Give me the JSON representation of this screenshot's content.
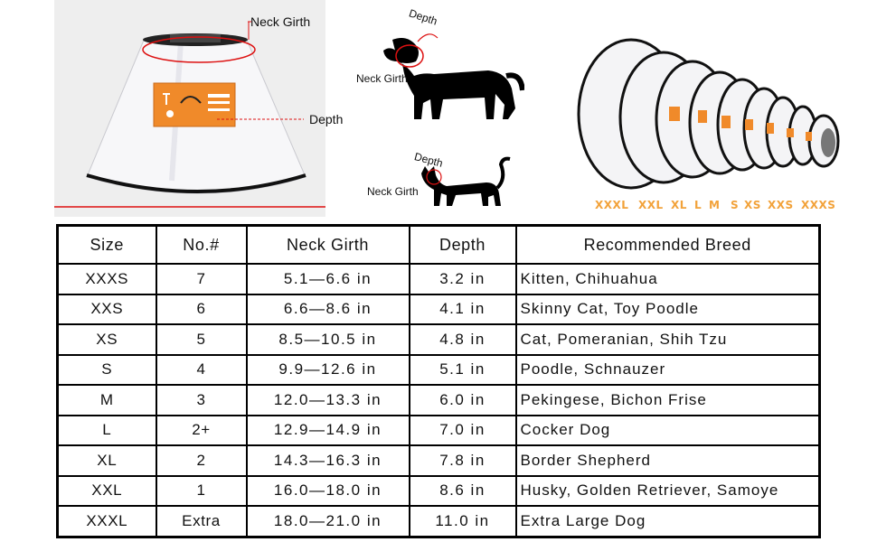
{
  "diagram": {
    "cone_neck_label": "Neck Girth",
    "cone_depth_label": "Depth",
    "dog_depth_label": "Depth",
    "dog_neck_label": "Neck Girth",
    "cat_depth_label": "Depth",
    "cat_neck_label": "Neck Girth",
    "size_sequence": [
      "XXXL",
      "XXL",
      "XL",
      "L",
      "M",
      "S",
      "XS",
      "XXS",
      "XXXS"
    ]
  },
  "table": {
    "headers": [
      "Size",
      "No.#",
      "Neck Girth",
      "Depth",
      "Recommended Breed"
    ],
    "rows": [
      [
        "XXXS",
        "7",
        "5.1—6.6  in",
        "3.2  in",
        "Kitten, Chihuahua"
      ],
      [
        "XXS",
        "6",
        "6.6—8.6  in",
        "4.1  in",
        "Skinny Cat, Toy Poodle"
      ],
      [
        "XS",
        "5",
        "8.5—10.5  in",
        "4.8  in",
        "Cat, Pomeranian, Shih Tzu"
      ],
      [
        "S",
        "4",
        "9.9—12.6  in",
        "5.1  in",
        "Poodle, Schnauzer"
      ],
      [
        "M",
        "3",
        "12.0—13.3  in",
        "6.0  in",
        "Pekingese, Bichon Frise"
      ],
      [
        "L",
        "2+",
        "12.9—14.9  in",
        "7.0  in",
        "Cocker Dog"
      ],
      [
        "XL",
        "2",
        "14.3—16.3  in",
        "7.8  in",
        "Border Shepherd"
      ],
      [
        "XXL",
        "1",
        "16.0—18.0  in",
        "8.6  in",
        "Husky, Golden Retriever, Samoye"
      ],
      [
        "XXXL",
        "Extra",
        "18.0—21.0  in",
        "11.0  in",
        "Extra Large Dog"
      ]
    ]
  }
}
